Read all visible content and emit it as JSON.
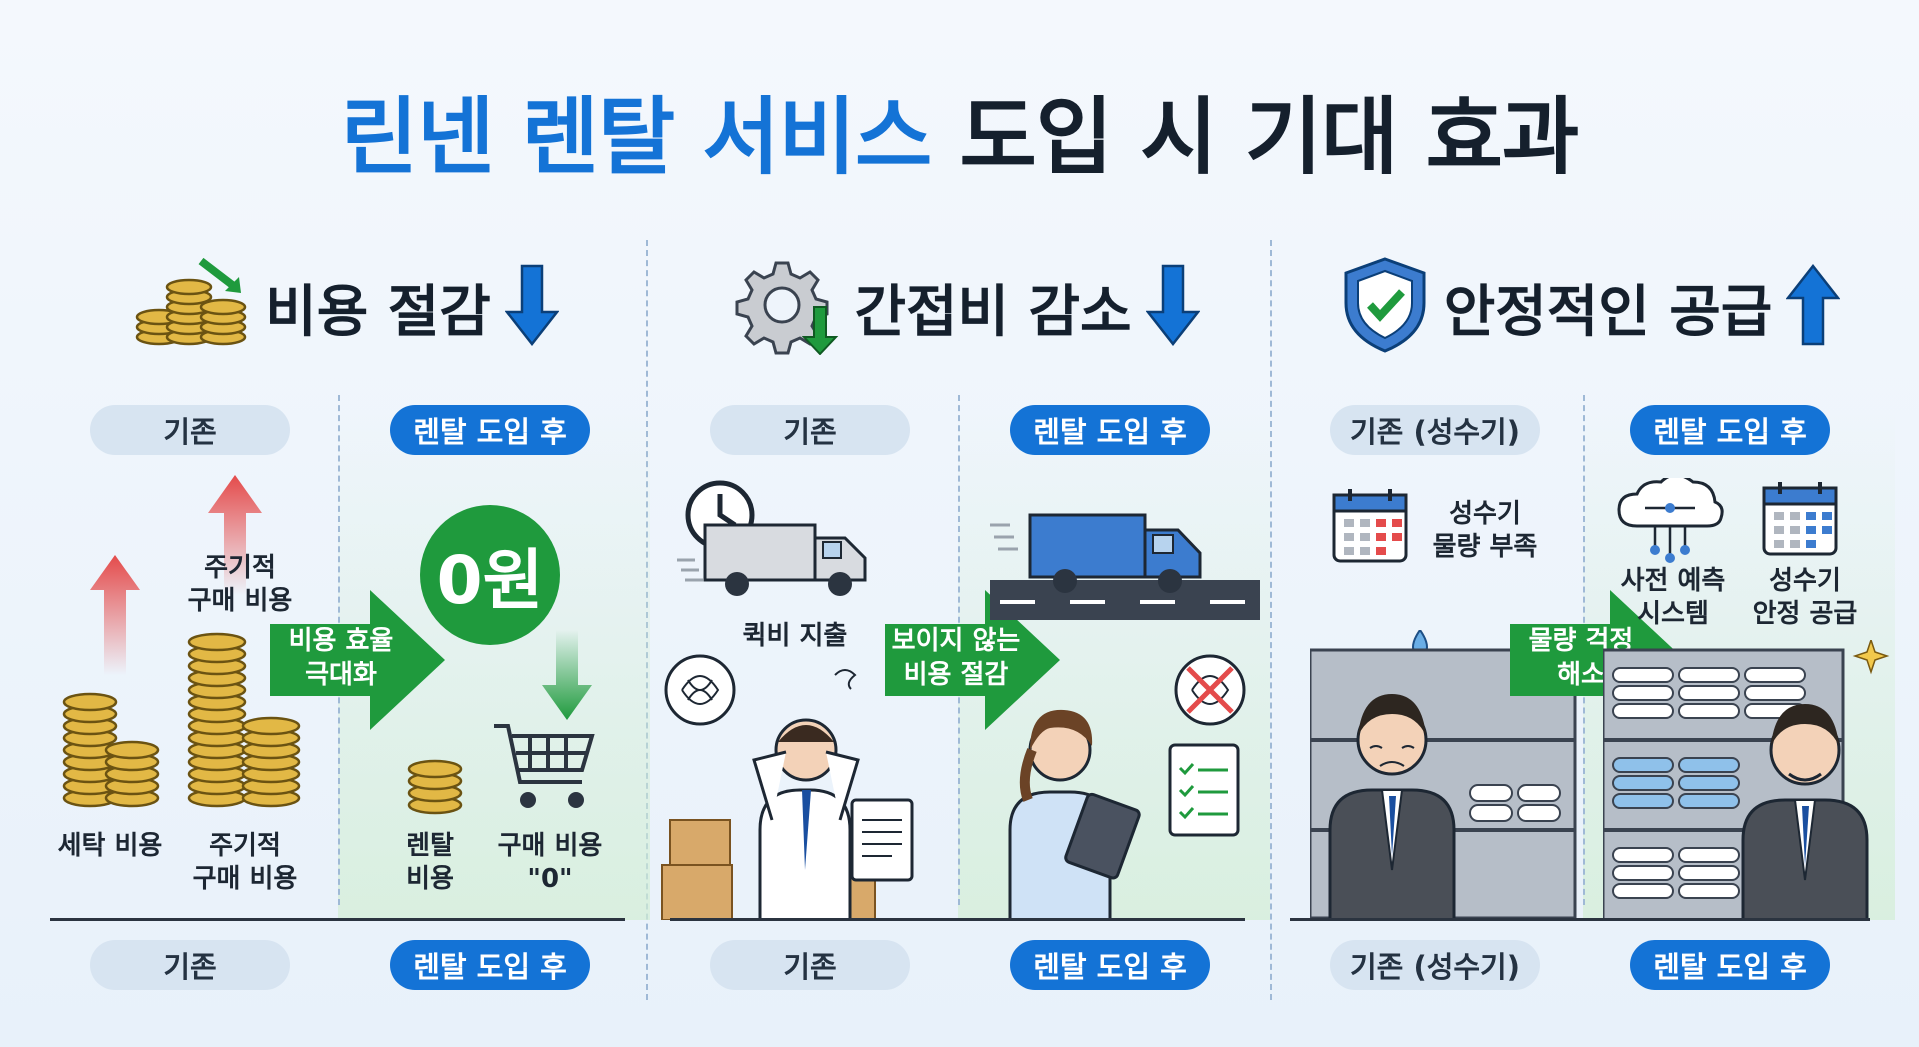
{
  "title": {
    "accent": "린넨 렌탈 서비스",
    "rest": "도입 시 기대 효과"
  },
  "panels": [
    {
      "heading": "비용 절감",
      "trend": "down",
      "before_label": "기존",
      "after_label": "렌탈 도입 후",
      "arrow_text_1": "비용 효율",
      "arrow_text_2": "극대화",
      "zero_text": "0원",
      "labels": {
        "periodic_top": [
          "주기적",
          "구매 비용"
        ],
        "laundry": "세탁 비용",
        "periodic_bottom": [
          "주기적",
          "구매 비용"
        ],
        "rental": [
          "렌탈",
          "비용"
        ],
        "purchase_zero": [
          "구매 비용",
          "\"0\""
        ]
      }
    },
    {
      "heading": "간접비 감소",
      "trend": "down",
      "before_label": "기존",
      "after_label": "렌탈 도입 후",
      "arrow_text_1": "보이지 않는",
      "arrow_text_2": "비용 절감",
      "labels": {
        "delivery": "퀵비 지출"
      }
    },
    {
      "heading": "안정적인 공급",
      "trend": "up",
      "before_label": "기존 (성수기)",
      "after_label": "렌탈 도입 후",
      "arrow_text_1": "물량 걱정",
      "arrow_text_2": "해소",
      "labels": {
        "shortage": [
          "성수기",
          "물량 부족"
        ],
        "forecast": [
          "사전 예측",
          "시스템"
        ],
        "stable": [
          "성수기",
          "안정 공급"
        ]
      }
    }
  ],
  "colors": {
    "accent": "#1473d6",
    "green": "#1f9a3d",
    "red": "#e44b4b",
    "gold": "#e2b845"
  }
}
